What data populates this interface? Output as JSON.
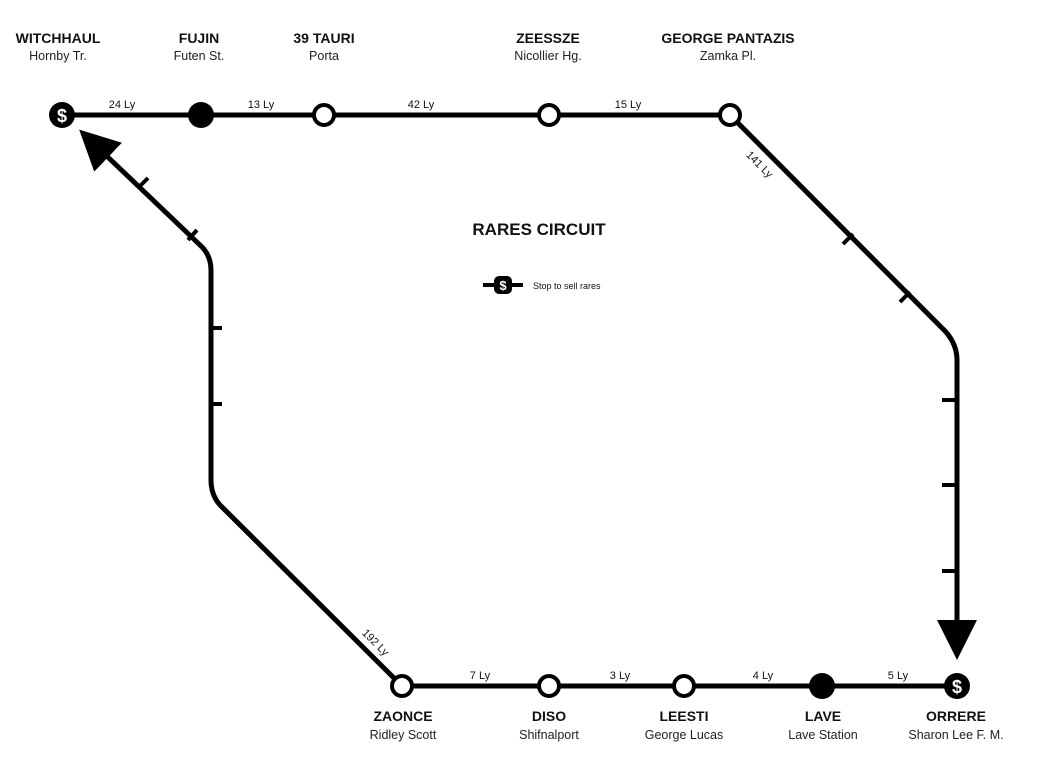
{
  "title": "RARES CIRCUIT",
  "legend": {
    "icon": "dollar-icon",
    "text": "Stop to sell rares"
  },
  "colors": {
    "line": "#000000",
    "background": "#ffffff",
    "station_fill": "#ffffff"
  },
  "stations": [
    {
      "id": "witchhaul",
      "name": "WITCHHAUL",
      "sub": "Hornby Tr.",
      "type": "sell"
    },
    {
      "id": "fujin",
      "name": "FUJIN",
      "sub": "Futen St.",
      "type": "filled"
    },
    {
      "id": "39-tauri",
      "name": "39 TAURI",
      "sub": "Porta",
      "type": "open"
    },
    {
      "id": "zeessze",
      "name": "ZEESSZE",
      "sub": "Nicollier Hg.",
      "type": "open"
    },
    {
      "id": "george-pantazis",
      "name": "GEORGE PANTAZIS",
      "sub": "Zamka Pl.",
      "type": "open"
    },
    {
      "id": "orrere",
      "name": "ORRERE",
      "sub": "Sharon Lee F. M.",
      "type": "sell"
    },
    {
      "id": "lave",
      "name": "LAVE",
      "sub": "Lave Station",
      "type": "filled"
    },
    {
      "id": "leesti",
      "name": "LEESTI",
      "sub": "George Lucas",
      "type": "open"
    },
    {
      "id": "diso",
      "name": "DISO",
      "sub": "Shifnalport",
      "type": "open"
    },
    {
      "id": "zaonce",
      "name": "ZAONCE",
      "sub": "Ridley Scott",
      "type": "open"
    }
  ],
  "distances": [
    {
      "from": "WITCHHAUL",
      "to": "FUJIN",
      "label": "24 Ly"
    },
    {
      "from": "FUJIN",
      "to": "39 TAURI",
      "label": "13 Ly"
    },
    {
      "from": "39 TAURI",
      "to": "ZEESSZE",
      "label": "42 Ly"
    },
    {
      "from": "ZEESSZE",
      "to": "GEORGE PANTAZIS",
      "label": "15 Ly"
    },
    {
      "from": "GEORGE PANTAZIS",
      "to": "ORRERE",
      "label": "141 Ly"
    },
    {
      "from": "LAVE",
      "to": "ORRERE",
      "label": "5 Ly"
    },
    {
      "from": "LEESTI",
      "to": "LAVE",
      "label": "4 Ly"
    },
    {
      "from": "DISO",
      "to": "LEESTI",
      "label": "3 Ly"
    },
    {
      "from": "ZAONCE",
      "to": "DISO",
      "label": "7 Ly"
    },
    {
      "from": "ZAONCE",
      "to": "WITCHHAUL",
      "label": "192 Ly"
    }
  ]
}
